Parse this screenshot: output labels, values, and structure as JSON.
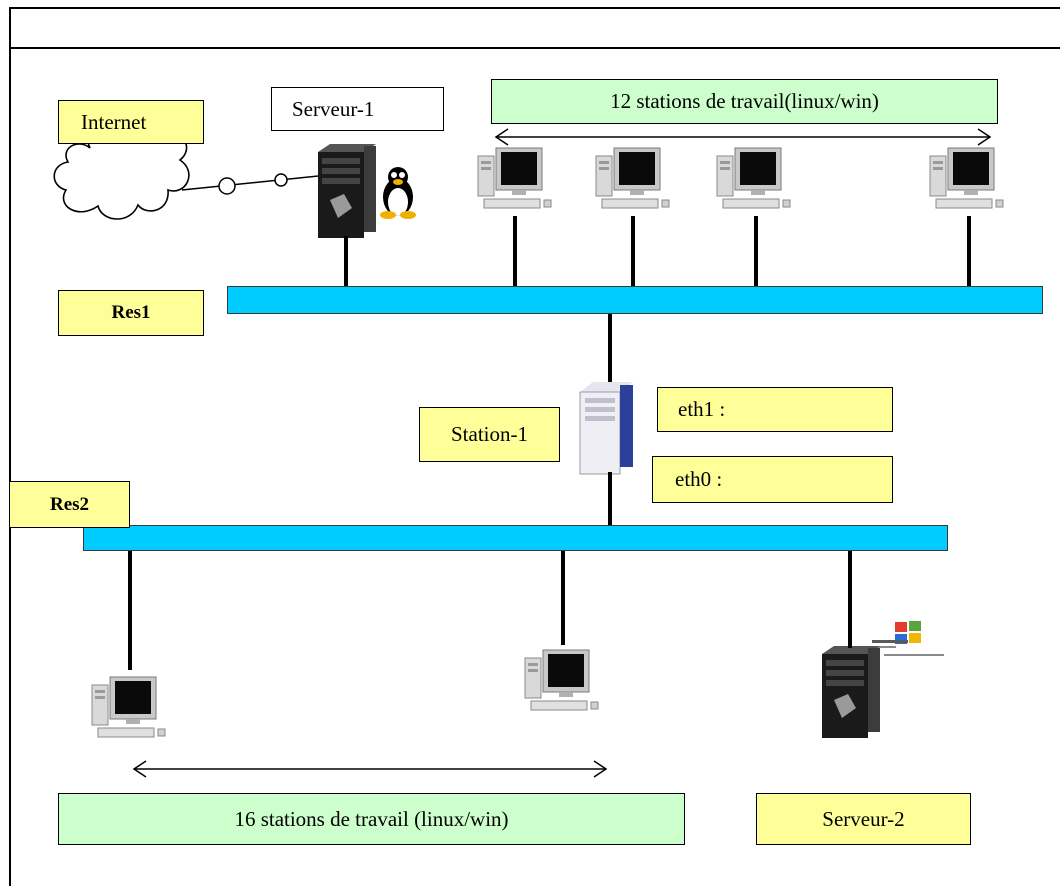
{
  "labels": {
    "internet": "Internet",
    "serveur1": "Serveur-1",
    "stations_top": "12 stations de travail(linux/win)",
    "res1": "Res1",
    "station1": "Station-1",
    "eth1": "eth1 :",
    "eth0": "eth0 :",
    "res2": "Res2",
    "stations_bottom": "16 stations de travail (linux/win)",
    "serveur2": "Serveur-2"
  },
  "colors": {
    "bus": "#00ccff",
    "label_yellow": "#ffff99",
    "label_green": "#ccffcc"
  },
  "icons": [
    "cloud-icon",
    "tower-server-icon",
    "linux-tux-icon",
    "workstation-icon",
    "windows-logo-icon"
  ]
}
